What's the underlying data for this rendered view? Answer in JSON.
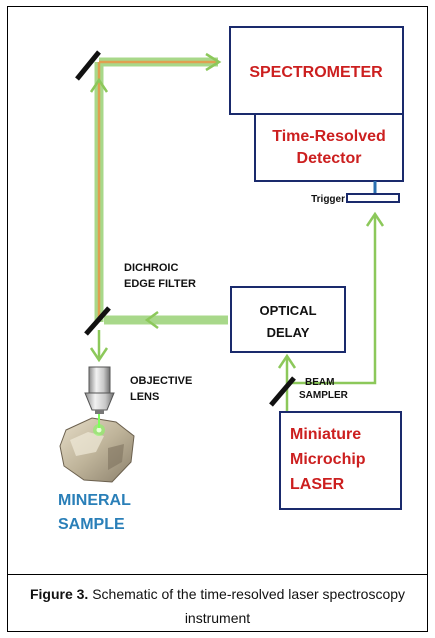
{
  "diagram": {
    "boxes": {
      "spectrometer": "SPECTROMETER",
      "detector_line1": "Time-Resolved",
      "detector_line2": "Detector",
      "optical_delay_line1": "OPTICAL",
      "optical_delay_line2": "DELAY",
      "laser_line1": "Miniature",
      "laser_line2": "Microchip",
      "laser_line3": "LASER"
    },
    "labels": {
      "trigger": "Trigger",
      "dichroic_line1": "DICHROIC",
      "dichroic_line2": "EDGE FILTER",
      "objective_line1": "OBJECTIVE",
      "objective_line2": "LENS",
      "beam_line1": "BEAM",
      "beam_line2": "SAMPLER",
      "mineral_line1": "MINERAL",
      "mineral_line2": "SAMPLE"
    },
    "colors": {
      "box_border": "#1a2a6c",
      "red_text": "#cc1f1f",
      "blue_text": "#2a7fb8",
      "beam_green": "#a8d88a",
      "beam_orange": "#e0a050",
      "arrow_green": "#8cc85a",
      "trigger_blue": "#2a6fb0"
    }
  },
  "caption": {
    "figure_label": "Figure 3.",
    "text": " Schematic of the time-resolved laser spectroscopy instrument"
  }
}
